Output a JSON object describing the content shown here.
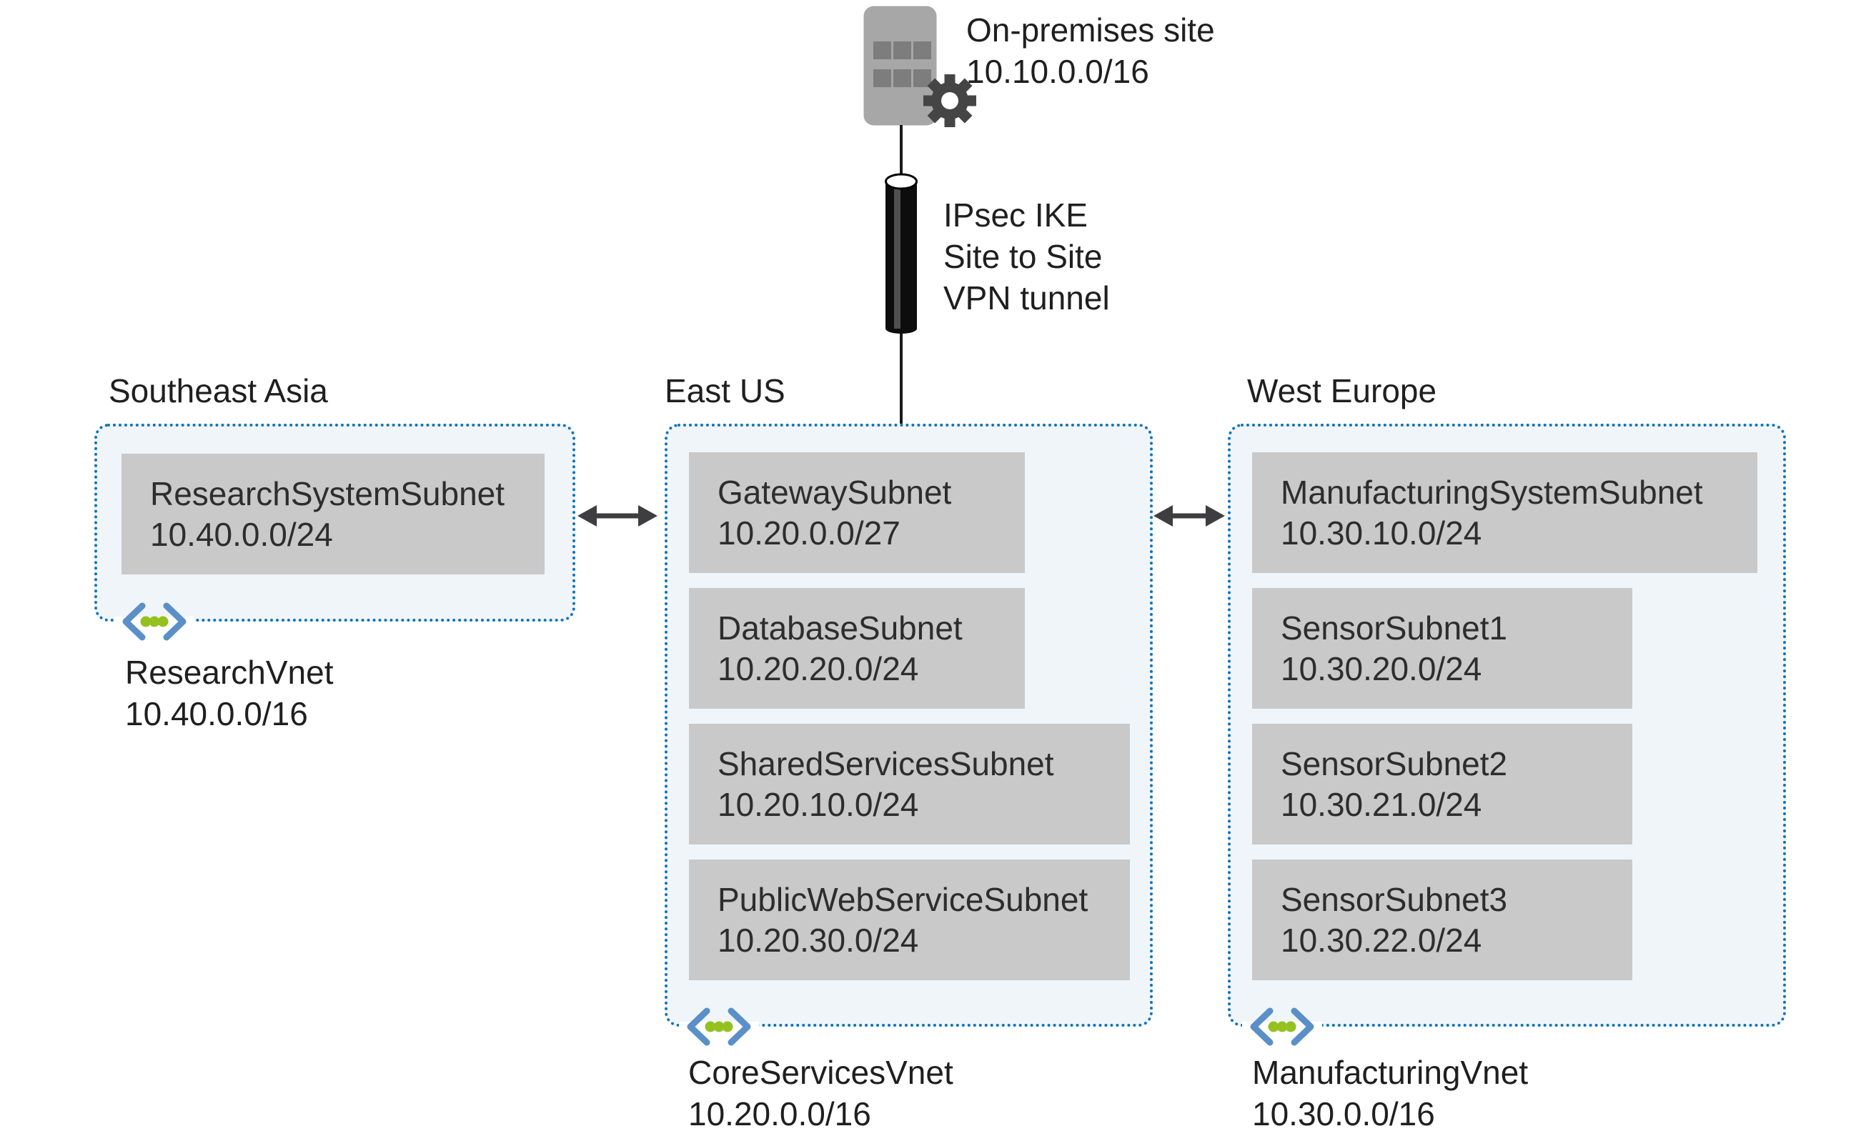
{
  "on_premises": {
    "title": "On-premises site",
    "cidr": "10.10.0.0/16"
  },
  "vpn": {
    "lines": [
      "IPsec IKE",
      "Site to Site",
      "VPN tunnel"
    ]
  },
  "regions": [
    {
      "name": "Southeast Asia",
      "vnet": {
        "name": "ResearchVnet",
        "cidr": "10.40.0.0/16"
      },
      "subnets": [
        {
          "name": "ResearchSystemSubnet",
          "cidr": "10.40.0.0/24"
        }
      ]
    },
    {
      "name": "East US",
      "vnet": {
        "name": "CoreServicesVnet",
        "cidr": "10.20.0.0/16"
      },
      "subnets": [
        {
          "name": "GatewaySubnet",
          "cidr": "10.20.0.0/27"
        },
        {
          "name": "DatabaseSubnet",
          "cidr": "10.20.20.0/24"
        },
        {
          "name": "SharedServicesSubnet",
          "cidr": "10.20.10.0/24"
        },
        {
          "name": "PublicWebServiceSubnet",
          "cidr": "10.20.30.0/24"
        }
      ]
    },
    {
      "name": "West Europe",
      "vnet": {
        "name": "ManufacturingVnet",
        "cidr": "10.30.0.0/16"
      },
      "subnets": [
        {
          "name": "ManufacturingSystemSubnet",
          "cidr": "10.30.10.0/24"
        },
        {
          "name": "SensorSubnet1",
          "cidr": "10.30.20.0/24"
        },
        {
          "name": "SensorSubnet2",
          "cidr": "10.30.21.0/24"
        },
        {
          "name": "SensorSubnet3",
          "cidr": "10.30.22.0/24"
        }
      ]
    }
  ],
  "icons": {
    "on_premises_icon": "building-with-gear",
    "vpn_tunnel_icon": "black-cylinder",
    "vnet_icon": "angle-brackets-with-dots",
    "peering_icon": "double-headed-arrow"
  },
  "colors": {
    "border_blue": "#0f72bd",
    "region_fill": "#f0f5fa",
    "subnet_gray": "#c9c9c9",
    "subnet_text": "#2d2d2d",
    "text_dark": "#1f1f1f",
    "arrow_gray": "#3e3e41",
    "building_gray": "#a7a7a7",
    "window_gray": "#7d7d7d",
    "gear_gray": "#454545",
    "bracket_blue": "#5b8fc8",
    "dot_green": "#94c11e",
    "line_black": "#1a1a1a",
    "cylinder_black": "#0d0d0d",
    "cylinder_highlight": "#4f4f4f"
  }
}
